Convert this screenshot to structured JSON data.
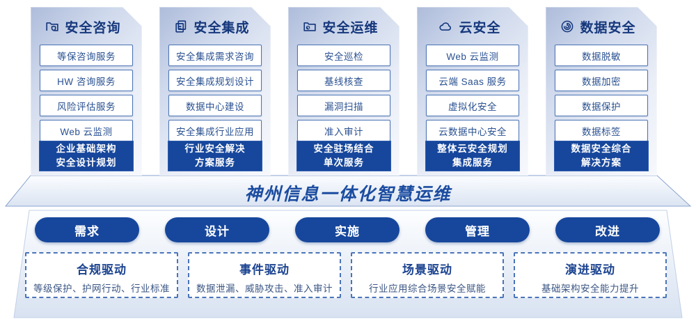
{
  "colors": {
    "primary_blue": "#17479c",
    "navy_text": "#15377c",
    "item_border": "#4a73b4",
    "banner_text": "#1b4ca0",
    "card_gradient_top": "#aebcdb",
    "card_gradient_bottom": "#f6f8fc"
  },
  "columns": [
    {
      "title": "安全咨询",
      "icon": "folder-shield-icon",
      "items": [
        "等保咨询服务",
        "HW 咨询服务",
        "风险评估服务",
        "Web 云监测"
      ],
      "highlight": [
        "企业基础架构",
        "安全设计规划"
      ]
    },
    {
      "title": "安全集成",
      "icon": "documents-icon",
      "items": [
        "安全集成需求咨询",
        "安全集成规划设计",
        "数据中心建设",
        "安全集成行业应用"
      ],
      "highlight": [
        "行业安全解决",
        "方案服务"
      ]
    },
    {
      "title": "安全运维",
      "icon": "folder-clock-icon",
      "items": [
        "安全巡检",
        "基线核查",
        "漏洞扫描",
        "准入审计"
      ],
      "highlight": [
        "安全驻场结合",
        "单次服务"
      ]
    },
    {
      "title": "云安全",
      "icon": "cloud-icon",
      "items": [
        "Web 云监测",
        "云端 Saas 服务",
        "虚拟化安全",
        "云数据中心安全"
      ],
      "highlight": [
        "整体云安全规划",
        "集成服务"
      ]
    },
    {
      "title": "数据安全",
      "icon": "fingerprint-icon",
      "items": [
        "数据脱敏",
        "数据加密",
        "数据保护",
        "数据标签"
      ],
      "highlight": [
        "数据安全综合",
        "解决方案"
      ]
    }
  ],
  "banner": {
    "title": "神州信息一体化智慧运维"
  },
  "process_pills": [
    "需求",
    "设计",
    "实施",
    "管理",
    "改进"
  ],
  "drivers": [
    {
      "title": "合规驱动",
      "desc": "等级保护、护网行动、行业标准"
    },
    {
      "title": "事件驱动",
      "desc": "数据泄漏、威胁攻击、准入审计"
    },
    {
      "title": "场景驱动",
      "desc": "行业应用综合场景安全赋能"
    },
    {
      "title": "演进驱动",
      "desc": "基础架构安全能力提升"
    }
  ]
}
